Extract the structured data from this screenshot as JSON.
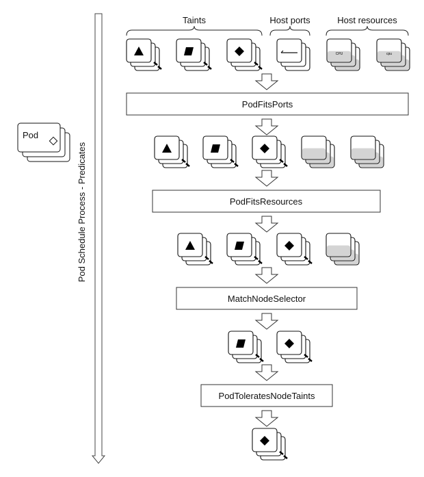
{
  "pod": {
    "label": "Pod"
  },
  "side_label": "Pod Schedule Process - Predicates",
  "groups": [
    {
      "label": "Taints"
    },
    {
      "label": "Host ports"
    },
    {
      "label": "Host resources"
    }
  ],
  "steps": [
    {
      "label": "PodFitsPorts"
    },
    {
      "label": "PodFitsResources"
    },
    {
      "label": "MatchNodeSelector"
    },
    {
      "label": "PodToleratesNodeTaints"
    }
  ],
  "resource_labels": [
    "CPU",
    "cpu"
  ],
  "rows": [
    {
      "nodes": [
        {
          "icon": "triangle-icon"
        },
        {
          "icon": "parallelogram-icon"
        },
        {
          "icon": "diamond-icon"
        },
        {
          "icon": "port-icon"
        },
        {
          "icon": "cpu-icon",
          "text_index": 0
        },
        {
          "icon": "cpu-icon",
          "text_index": 1
        }
      ]
    },
    {
      "nodes": [
        {
          "icon": "triangle-icon"
        },
        {
          "icon": "parallelogram-icon"
        },
        {
          "icon": "diamond-icon"
        },
        {
          "icon": "resource-icon"
        },
        {
          "icon": "resource-icon"
        }
      ]
    },
    {
      "nodes": [
        {
          "icon": "triangle-icon"
        },
        {
          "icon": "parallelogram-icon"
        },
        {
          "icon": "diamond-icon"
        },
        {
          "icon": "resource-icon"
        }
      ]
    },
    {
      "nodes": [
        {
          "icon": "parallelogram-icon"
        },
        {
          "icon": "diamond-icon"
        }
      ]
    },
    {
      "nodes": [
        {
          "icon": "diamond-icon"
        }
      ]
    }
  ]
}
